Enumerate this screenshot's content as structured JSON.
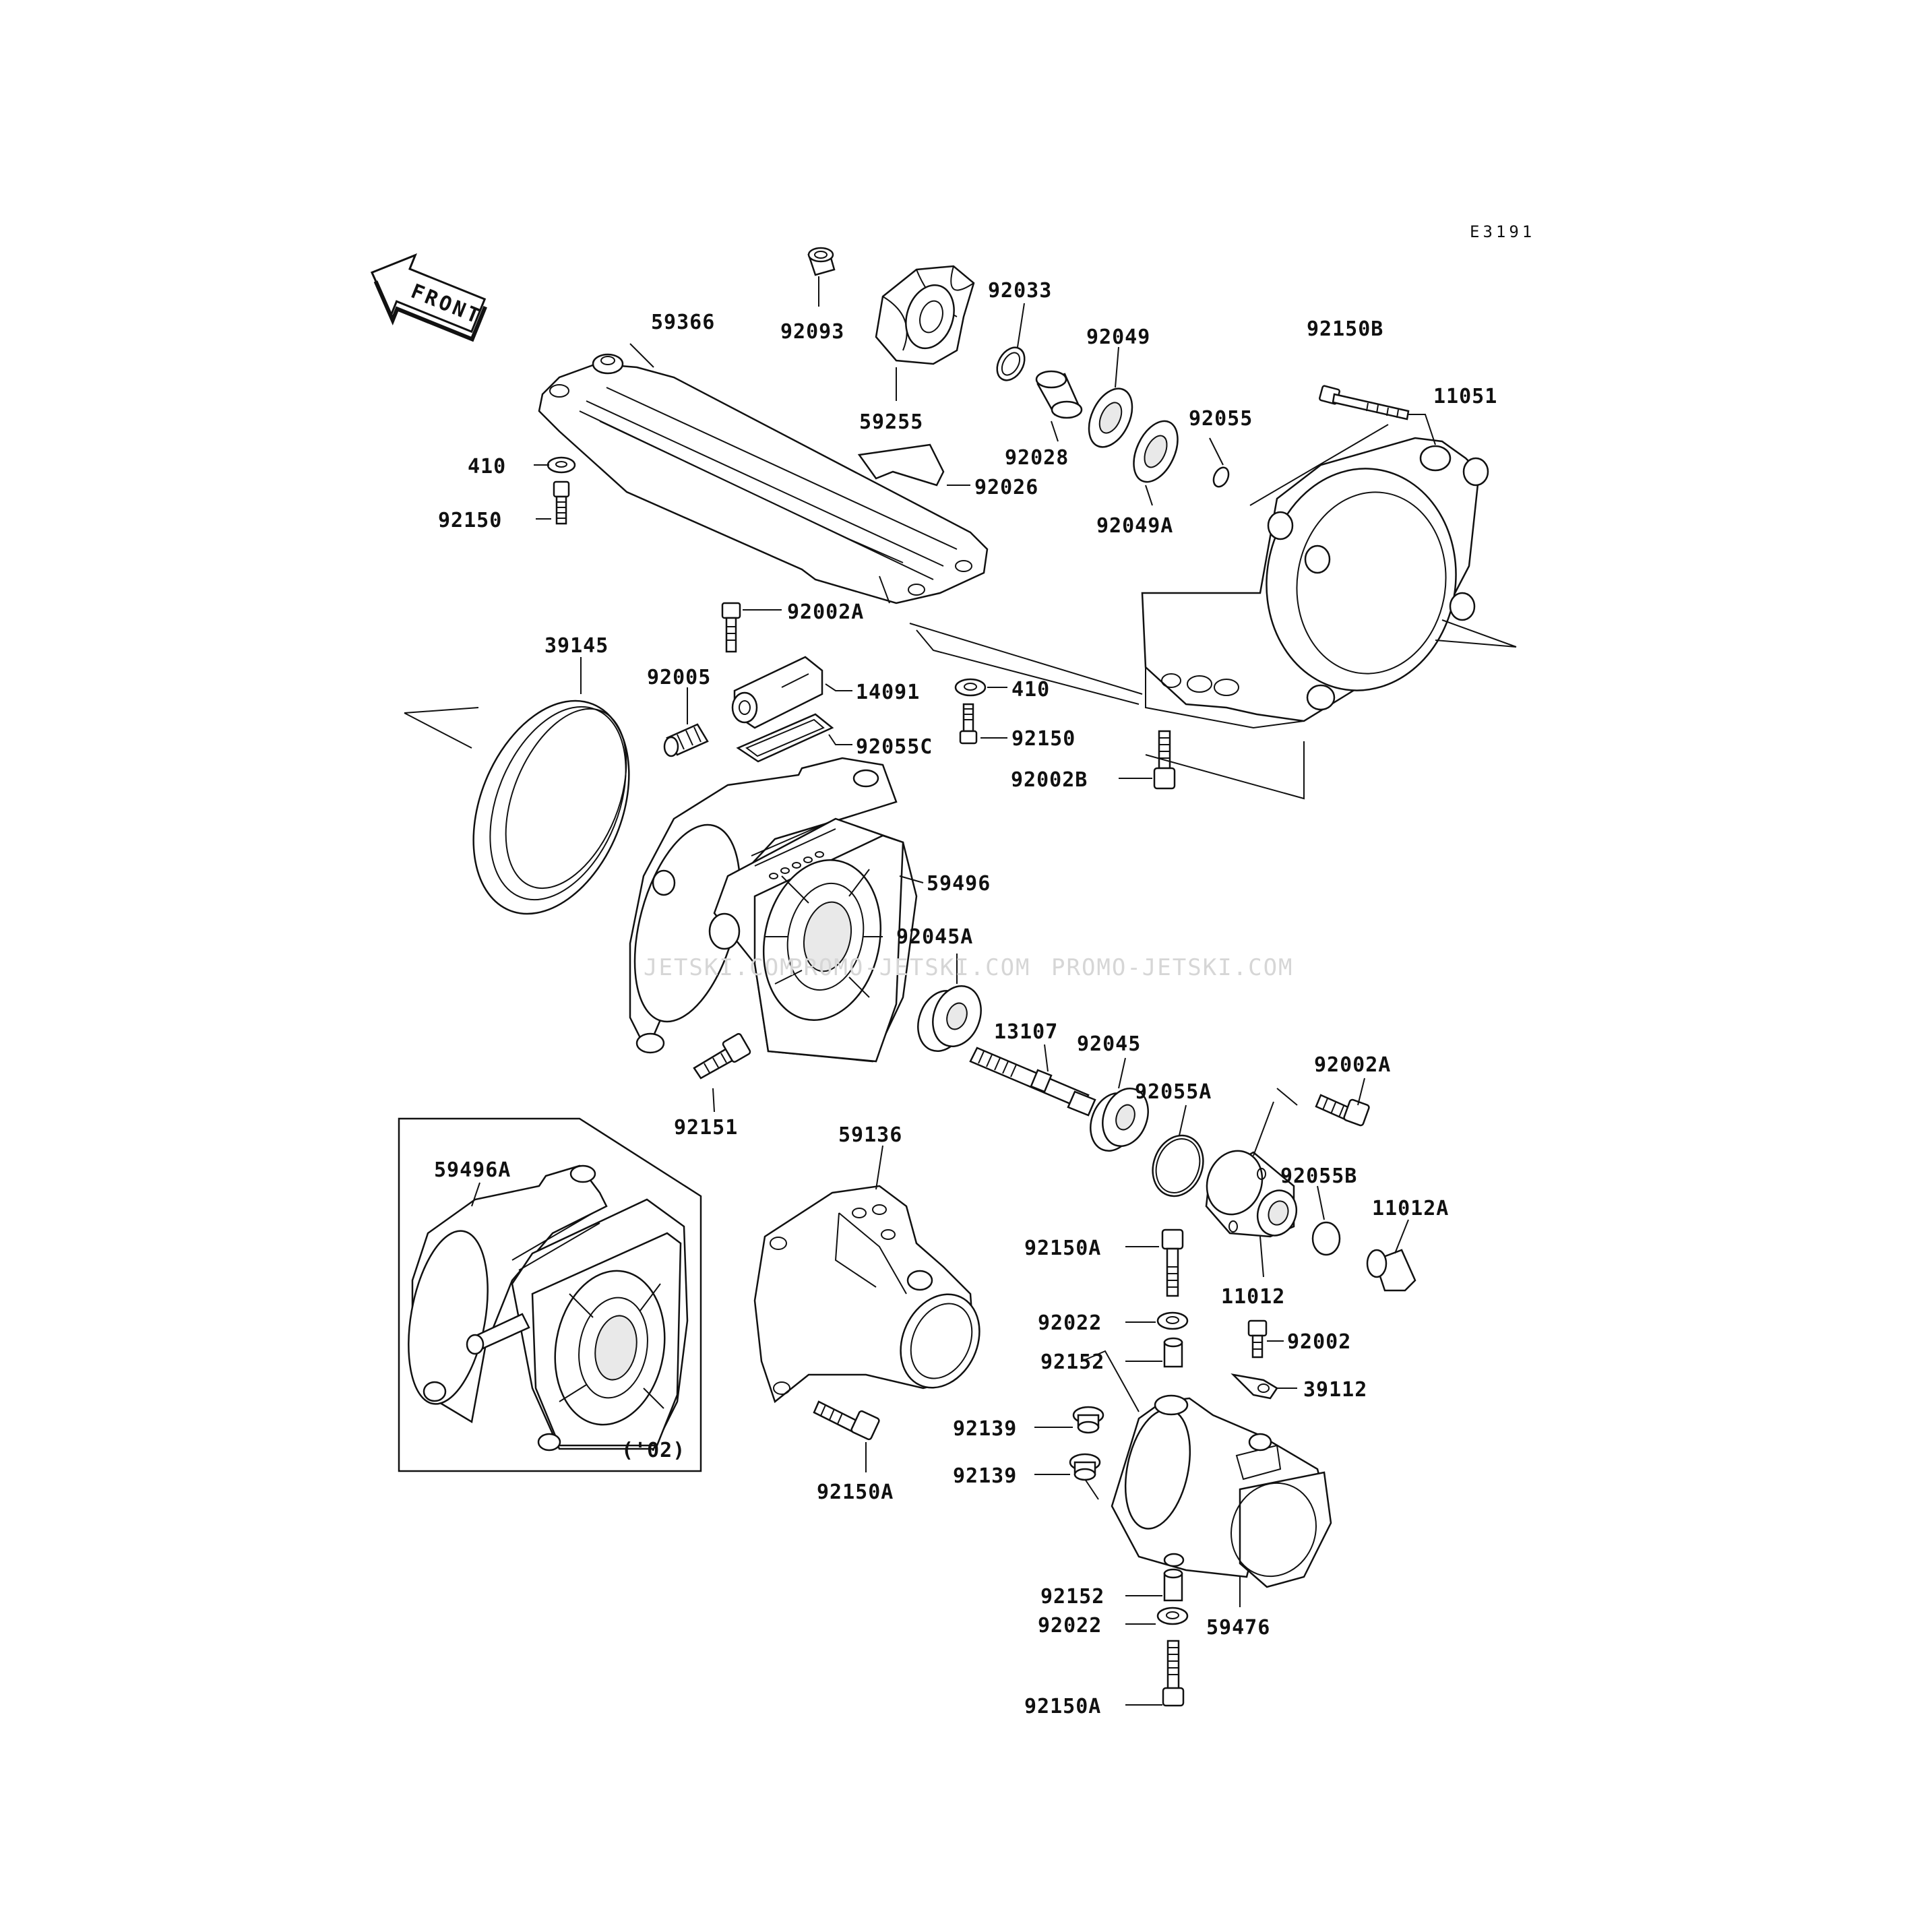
{
  "diagram": {
    "code": "E3191",
    "front_label": "FRONT",
    "note": "('02)",
    "watermarks": [
      "JETSKI.COM",
      "PROMO-JETSKI.COM",
      "PROMO-JETSKI.COM"
    ]
  },
  "parts": [
    "92093",
    "92033",
    "92049",
    "92150B",
    "11051",
    "59366",
    "59255",
    "92028",
    "92055",
    "410",
    "92026",
    "92049A",
    "92150",
    "92002A",
    "39145",
    "92005",
    "14091",
    "410",
    "92055C",
    "92150",
    "92002B",
    "59496",
    "92045A",
    "13107",
    "92045",
    "92002A",
    "92055A",
    "92151",
    "59136",
    "59496A",
    "92055B",
    "11012A",
    "92150A",
    "11012",
    "92022",
    "92002",
    "92152",
    "39112",
    "92139",
    "92139",
    "92150A",
    "92152",
    "92022",
    "59476",
    "92150A"
  ]
}
